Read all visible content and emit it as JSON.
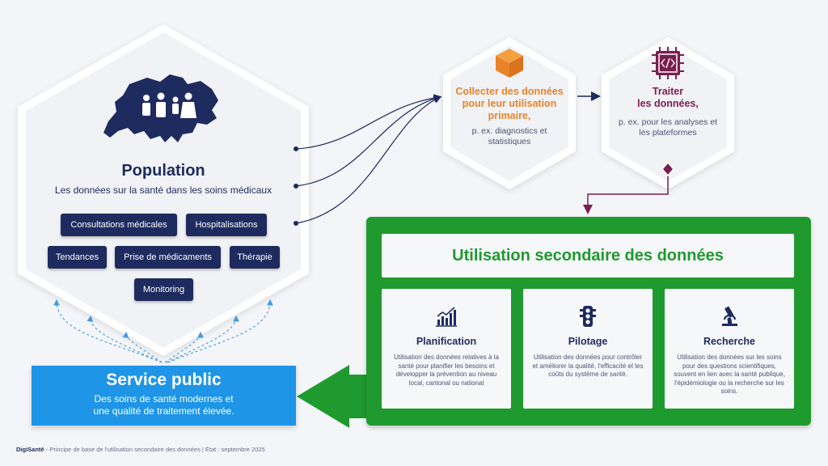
{
  "population": {
    "title": "Population",
    "subtitle": "Les données sur la santé dans les soins médicaux",
    "pills": [
      "Consultations médicales",
      "Hospitalisations",
      "Tendances",
      "Prise de médicaments",
      "Thérapie",
      "Monitoring"
    ]
  },
  "collect": {
    "title_line1": "Collecter des données",
    "title_line2": "pour leur utilisation",
    "title_line3": "primaire,",
    "sub_line1": "p. ex. diagnostics et",
    "sub_line2": "statistiques",
    "color": "#e8832a"
  },
  "process": {
    "title_line1": "Traiter",
    "title_line2": "les données,",
    "sub_line1": "p. ex. pour les analyses et",
    "sub_line2": "les plateformes",
    "color": "#7a1e4e"
  },
  "secondary": {
    "title": "Utilisation secondaire des données",
    "color": "#1f9a2e",
    "cards": [
      {
        "title": "Planification",
        "desc": "Utilisation des données relatives à la santé pour planifier les besoins et développer la prévention au niveau local, cantonal ou national",
        "icon": "chart-icon"
      },
      {
        "title": "Pilotage",
        "desc": "Utilisation des données pour contrôler et améliorer la qualité, l'efficacité et les coûts du système de santé.",
        "icon": "traffic-light-icon"
      },
      {
        "title": "Recherche",
        "desc": "Utilisation des données sur les soins pour des questions scientifiques, souvent en lien avec la santé publique, l'épidémiologie ou la recherche sur les soins.",
        "icon": "microscope-icon"
      }
    ]
  },
  "service": {
    "title": "Service public",
    "line1": "Des soins de santé modernes et",
    "line2": "une qualité de traitement élevée.",
    "color": "#1e95e6"
  },
  "footer": {
    "brand": "DigiSanté",
    "text": " - Principe de base de l'utilisation secondaire des données | État : septembre 2025"
  }
}
